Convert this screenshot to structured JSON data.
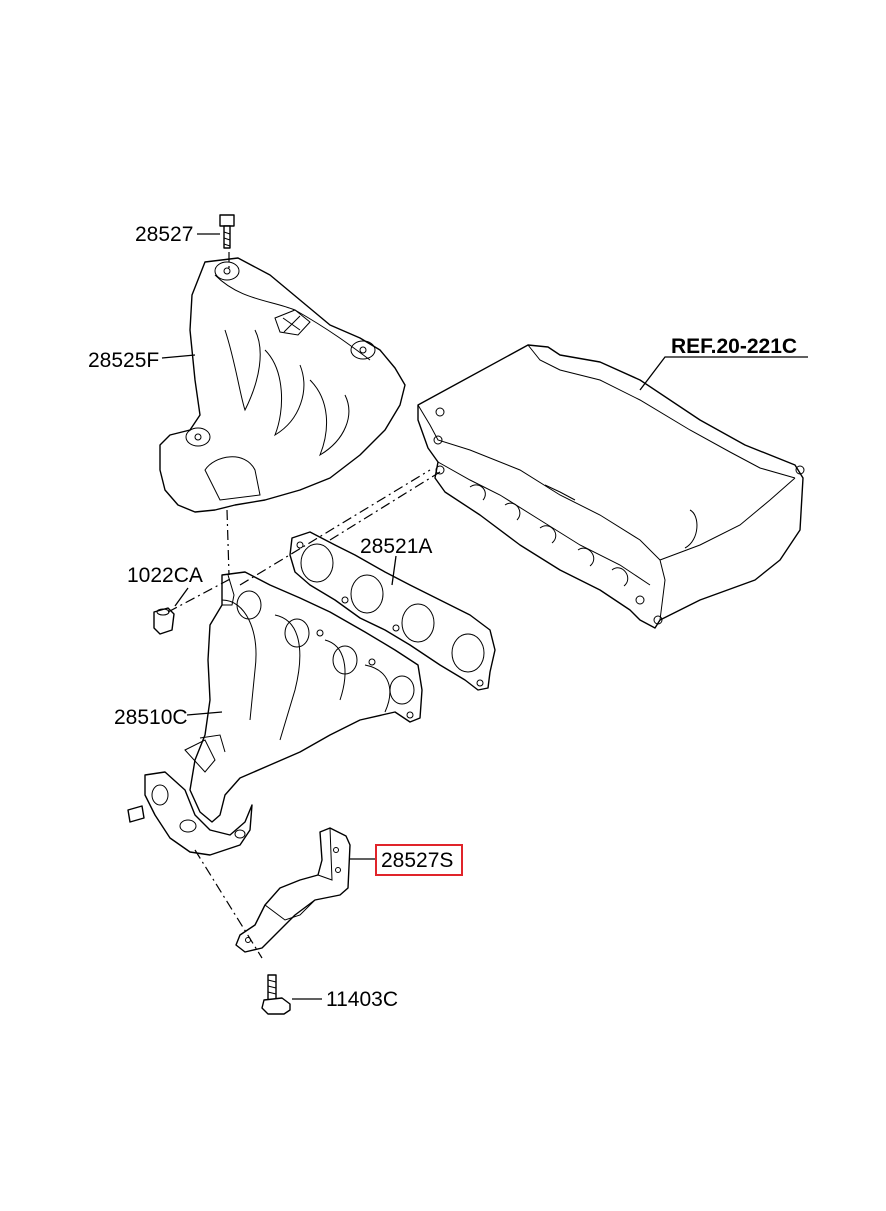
{
  "labels": {
    "bolt_top": "28527",
    "heat_shield": "28525F",
    "reference": "REF.20-221C",
    "gasket": "28521A",
    "nut": "1022CA",
    "manifold": "28510C",
    "bracket": "28527S",
    "bolt_bottom": "11403C"
  },
  "highlight_color": "#e0242a",
  "line_color": "#000000"
}
